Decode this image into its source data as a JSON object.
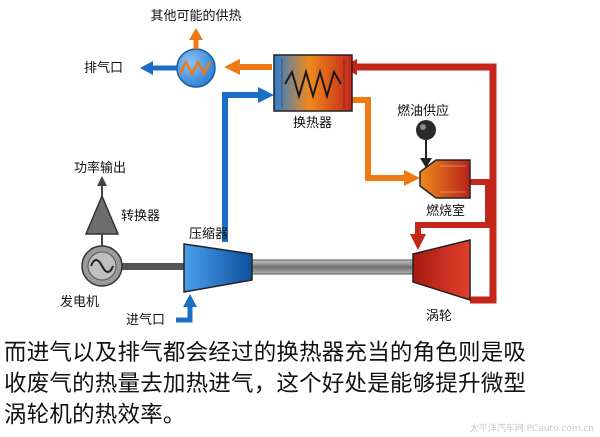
{
  "labels": {
    "other_heat": "其他可能的供热",
    "exhaust": "排气口",
    "heat_exchanger": "换热器",
    "fuel_supply": "燃油供应",
    "combustion_chamber": "燃烧室",
    "power_output": "功率输出",
    "converter": "转换器",
    "compressor": "压缩器",
    "generator": "发电机",
    "intake": "进气口",
    "turbine": "涡轮"
  },
  "caption": {
    "line1": "而进气以及排气都会经过的换热器充当的角色则是吸",
    "line2": "收废气的热量去加热进气，这个好处是能够提升微型",
    "line3": "涡轮机的热效率。"
  },
  "watermark": "太平洋汽车网 PCauto.com.cn",
  "colors": {
    "cold_air": "#1a6fc4",
    "warm_air": "#f07a12",
    "hot_gas": "#c4261a",
    "shaft": "#8a8a8a"
  }
}
